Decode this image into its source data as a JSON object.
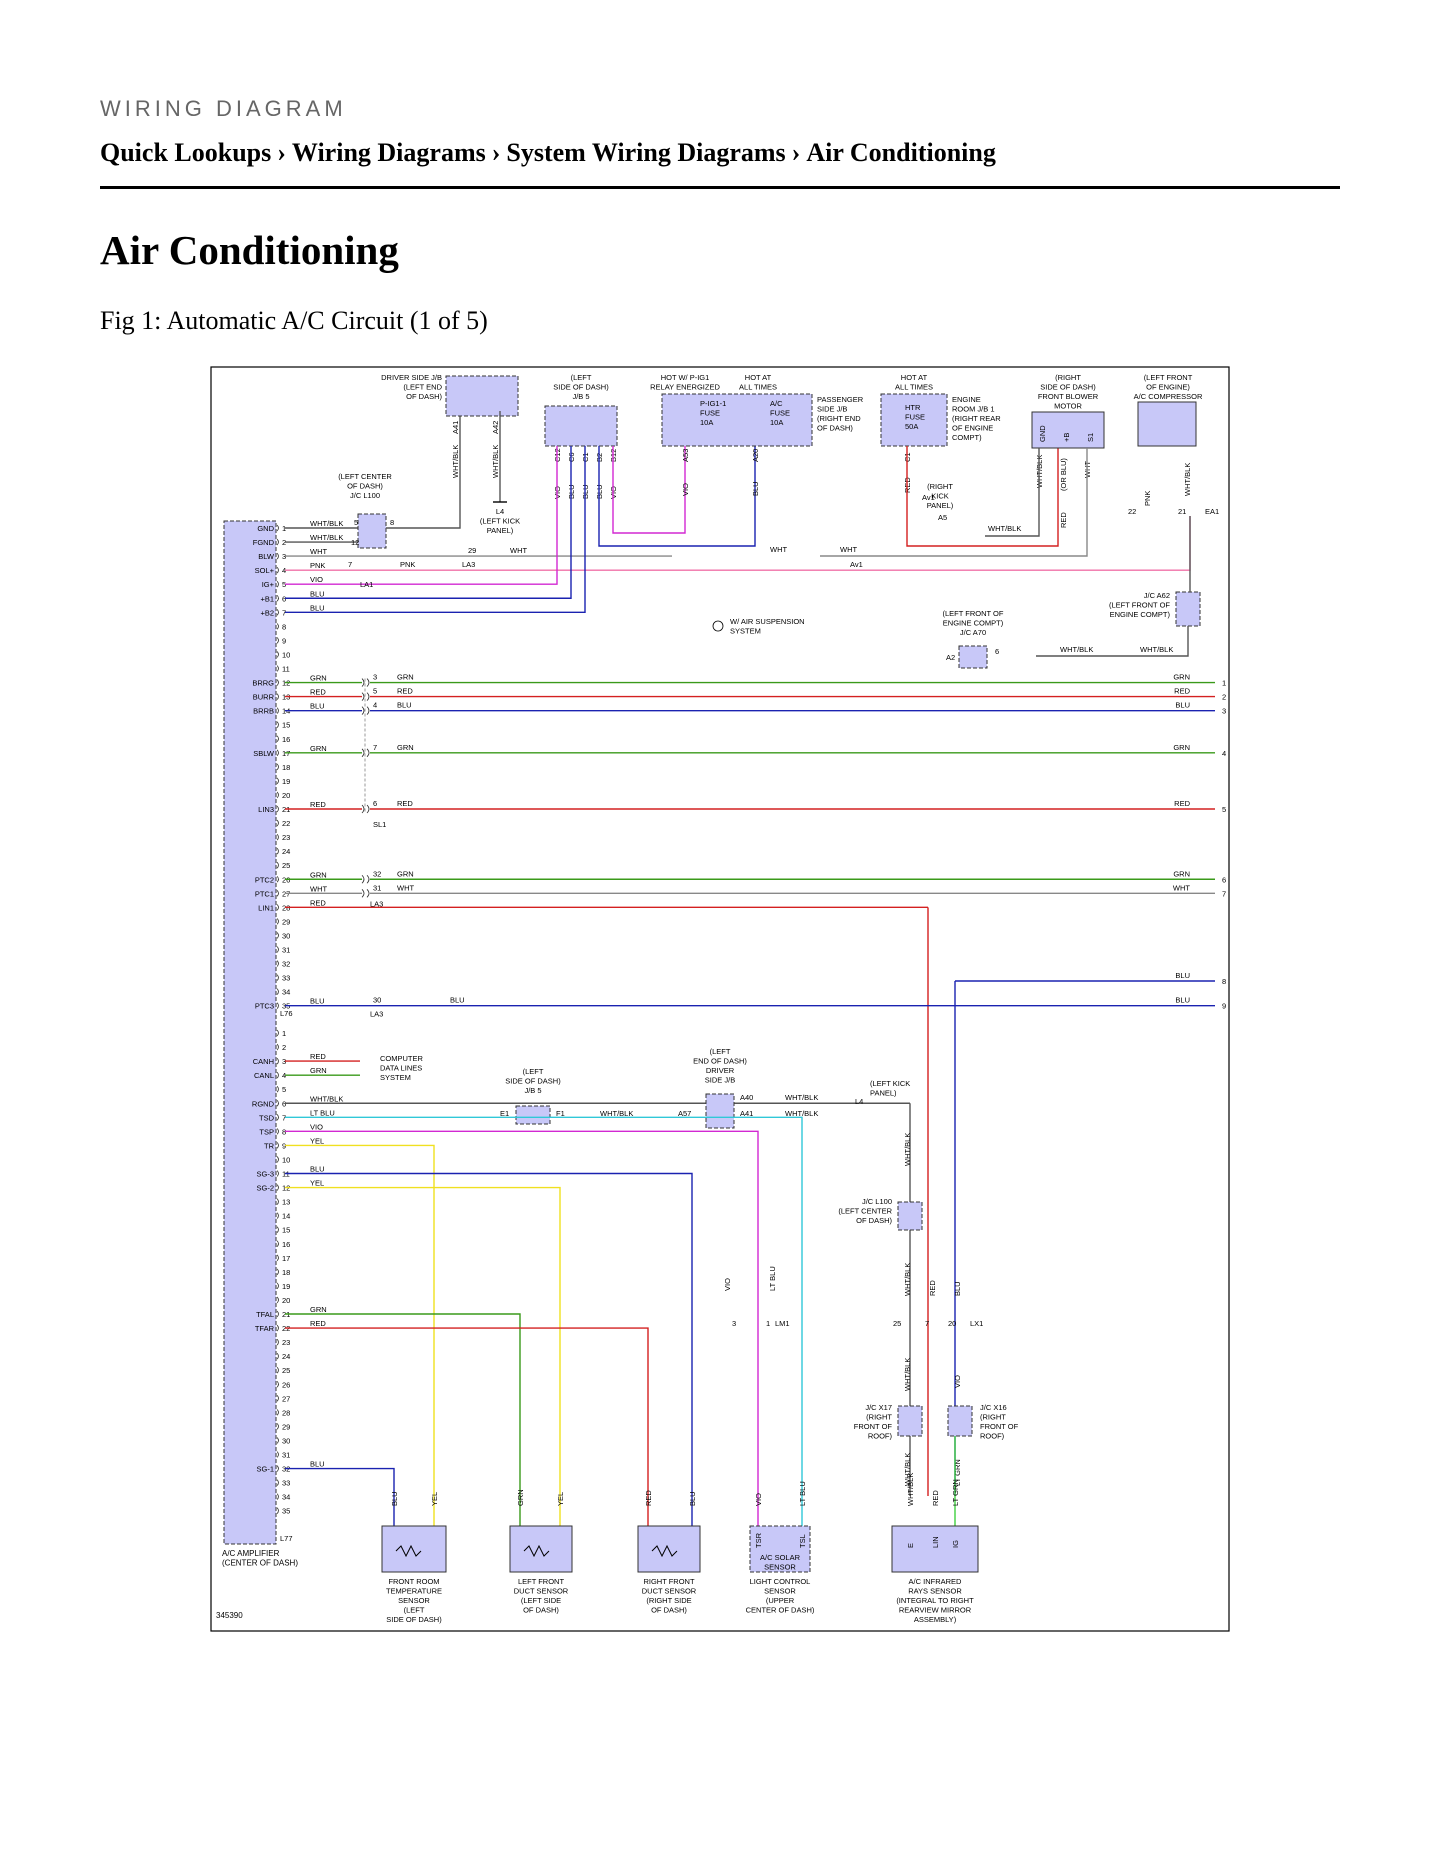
{
  "header": {
    "section_label": "WIRING DIAGRAM",
    "breadcrumb": [
      "Quick Lookups",
      "Wiring Diagrams",
      "System Wiring Diagrams",
      "Air Conditioning"
    ],
    "separator": "›"
  },
  "page": {
    "title": "Air Conditioning",
    "figure_caption": "Fig 1: Automatic A/C Circuit (1 of 5)"
  },
  "diagram": {
    "figure_number": "345390",
    "amplifier_label": [
      "A/C AMPLIFIER",
      "(CENTER OF DASH)"
    ],
    "connector_top": "L76",
    "connector_bottom": "L77",
    "top_components": [
      {
        "lines": [
          "DRIVER SIDE J/B",
          "(LEFT END",
          "OF DASH)"
        ],
        "pins": [
          "A41",
          "A42"
        ]
      },
      {
        "lines": [
          "(LEFT",
          "SIDE OF DASH)",
          "J/B 5"
        ],
        "pins": [
          "C12",
          "C6",
          "C1",
          "B2",
          "B12"
        ]
      },
      {
        "lines": [
          "HOT W/ P-IG1",
          "RELAY ENERGIZED"
        ],
        "fuse": [
          "P-IG1-1",
          "FUSE",
          "10A"
        ],
        "pins": [
          "A53"
        ]
      },
      {
        "lines": [
          "HOT AT",
          "ALL TIMES"
        ],
        "fuse": [
          "A/C",
          "FUSE",
          "10A"
        ],
        "pins": [
          "A20"
        ]
      },
      {
        "lines": [
          "PASSENGER",
          "SIDE J/B",
          "(RIGHT END",
          "OF DASH)"
        ]
      },
      {
        "lines": [
          "HOT AT",
          "ALL TIMES"
        ],
        "fuse": [
          "HTR",
          "FUSE",
          "50A"
        ],
        "pins": [
          "C1"
        ]
      },
      {
        "lines": [
          "ENGINE",
          "ROOM J/B 1",
          "(RIGHT REAR",
          "OF ENGINE",
          "COMPT)"
        ]
      },
      {
        "lines": [
          "(RIGHT",
          "SIDE OF DASH)",
          "FRONT BLOWER",
          "MOTOR"
        ],
        "pins": [
          "GND",
          "+B",
          "S1"
        ]
      },
      {
        "lines": [
          "(LEFT FRONT",
          "OF ENGINE)",
          "A/C COMPRESSOR"
        ]
      }
    ],
    "left_pins_top": [
      {
        "n": "1",
        "sig": "GND",
        "wire": "WHT/BLK"
      },
      {
        "n": "2",
        "sig": "FGND",
        "wire": "WHT/BLK"
      },
      {
        "n": "3",
        "sig": "BLW",
        "wire": "WHT"
      },
      {
        "n": "4",
        "sig": "SOL+",
        "wire": "PNK"
      },
      {
        "n": "5",
        "sig": "IG+",
        "wire": "VIO"
      },
      {
        "n": "6",
        "sig": "+B1",
        "wire": "BLU"
      },
      {
        "n": "7",
        "sig": "+B2",
        "wire": "BLU"
      },
      {
        "n": "8",
        "sig": "",
        "wire": ""
      },
      {
        "n": "9",
        "sig": "",
        "wire": ""
      },
      {
        "n": "10",
        "sig": "",
        "wire": ""
      },
      {
        "n": "11",
        "sig": "",
        "wire": ""
      },
      {
        "n": "12",
        "sig": "BRRG",
        "wire": "GRN"
      },
      {
        "n": "13",
        "sig": "BURR",
        "wire": "RED"
      },
      {
        "n": "14",
        "sig": "BRRB",
        "wire": "BLU"
      },
      {
        "n": "15",
        "sig": "",
        "wire": ""
      },
      {
        "n": "16",
        "sig": "",
        "wire": ""
      },
      {
        "n": "17",
        "sig": "SBLW",
        "wire": "GRN"
      },
      {
        "n": "18",
        "sig": "",
        "wire": ""
      },
      {
        "n": "19",
        "sig": "",
        "wire": ""
      },
      {
        "n": "20",
        "sig": "",
        "wire": ""
      },
      {
        "n": "21",
        "sig": "LIN3",
        "wire": "RED"
      },
      {
        "n": "22",
        "sig": "",
        "wire": ""
      },
      {
        "n": "23",
        "sig": "",
        "wire": ""
      },
      {
        "n": "24",
        "sig": "",
        "wire": ""
      },
      {
        "n": "25",
        "sig": "",
        "wire": ""
      },
      {
        "n": "26",
        "sig": "PTC2",
        "wire": "GRN"
      },
      {
        "n": "27",
        "sig": "PTC1",
        "wire": "WHT"
      },
      {
        "n": "28",
        "sig": "LIN1",
        "wire": "RED"
      },
      {
        "n": "29",
        "sig": "",
        "wire": ""
      },
      {
        "n": "30",
        "sig": "",
        "wire": ""
      },
      {
        "n": "31",
        "sig": "",
        "wire": ""
      },
      {
        "n": "32",
        "sig": "",
        "wire": ""
      },
      {
        "n": "33",
        "sig": "",
        "wire": ""
      },
      {
        "n": "34",
        "sig": "",
        "wire": ""
      },
      {
        "n": "35",
        "sig": "PTC3",
        "wire": "BLU"
      }
    ],
    "left_pins_bottom": [
      {
        "n": "1",
        "sig": "",
        "wire": ""
      },
      {
        "n": "2",
        "sig": "",
        "wire": ""
      },
      {
        "n": "3",
        "sig": "CANH",
        "wire": "RED"
      },
      {
        "n": "4",
        "sig": "CANL",
        "wire": "GRN"
      },
      {
        "n": "5",
        "sig": "",
        "wire": ""
      },
      {
        "n": "6",
        "sig": "RGND",
        "wire": "WHT/BLK"
      },
      {
        "n": "7",
        "sig": "TSD",
        "wire": "LT BLU"
      },
      {
        "n": "8",
        "sig": "TSP",
        "wire": "VIO"
      },
      {
        "n": "9",
        "sig": "TR",
        "wire": "YEL"
      },
      {
        "n": "10",
        "sig": "",
        "wire": ""
      },
      {
        "n": "11",
        "sig": "SG-3",
        "wire": "BLU"
      },
      {
        "n": "12",
        "sig": "SG-2",
        "wire": "YEL"
      },
      {
        "n": "13",
        "sig": "",
        "wire": ""
      },
      {
        "n": "14",
        "sig": "",
        "wire": ""
      },
      {
        "n": "15",
        "sig": "",
        "wire": ""
      },
      {
        "n": "16",
        "sig": "",
        "wire": ""
      },
      {
        "n": "17",
        "sig": "",
        "wire": ""
      },
      {
        "n": "18",
        "sig": "",
        "wire": ""
      },
      {
        "n": "19",
        "sig": "",
        "wire": ""
      },
      {
        "n": "20",
        "sig": "",
        "wire": ""
      },
      {
        "n": "21",
        "sig": "TFAL",
        "wire": "GRN"
      },
      {
        "n": "22",
        "sig": "TFAR",
        "wire": "RED"
      },
      {
        "n": "23",
        "sig": "",
        "wire": ""
      },
      {
        "n": "24",
        "sig": "",
        "wire": ""
      },
      {
        "n": "25",
        "sig": "",
        "wire": ""
      },
      {
        "n": "26",
        "sig": "",
        "wire": ""
      },
      {
        "n": "27",
        "sig": "",
        "wire": ""
      },
      {
        "n": "28",
        "sig": "",
        "wire": ""
      },
      {
        "n": "29",
        "sig": "",
        "wire": ""
      },
      {
        "n": "30",
        "sig": "",
        "wire": ""
      },
      {
        "n": "31",
        "sig": "",
        "wire": ""
      },
      {
        "n": "32",
        "sig": "SG-1",
        "wire": "BLU"
      },
      {
        "n": "33",
        "sig": "",
        "wire": ""
      },
      {
        "n": "34",
        "sig": "",
        "wire": ""
      },
      {
        "n": "35",
        "sig": "",
        "wire": ""
      }
    ],
    "right_edge": [
      {
        "n": "1",
        "wire": "GRN"
      },
      {
        "n": "2",
        "wire": "RED"
      },
      {
        "n": "3",
        "wire": "BLU"
      },
      {
        "n": "4",
        "wire": "GRN"
      },
      {
        "n": "5",
        "wire": "RED"
      },
      {
        "n": "6",
        "wire": "GRN"
      },
      {
        "n": "7",
        "wire": "WHT"
      },
      {
        "n": "8",
        "wire": "BLU"
      },
      {
        "n": "9",
        "wire": "BLU"
      }
    ],
    "labels": {
      "jc_l100_top": [
        "(LEFT CENTER",
        "OF DASH)",
        "J/C L100"
      ],
      "left_kick_top": [
        "L4",
        "(LEFT KICK",
        "PANEL)"
      ],
      "right_kick": [
        "(RIGHT",
        "KICK",
        "PANEL)"
      ],
      "suspension_note": [
        "W/ AIR SUSPENSION",
        "SYSTEM"
      ],
      "jc_a70": [
        "(LEFT FRONT OF",
        "ENGINE COMPT)",
        "J/C A70"
      ],
      "jc_a62": [
        "J/C A62",
        "(LEFT FRONT OF",
        "ENGINE COMPT)"
      ],
      "computer_data": [
        "COMPUTER",
        "DATA LINES",
        "SYSTEM"
      ],
      "jb5_bottom": [
        "(LEFT",
        "SIDE OF DASH)",
        "J/B 5"
      ],
      "driver_jb_bottom": [
        "(LEFT",
        "END OF DASH)",
        "DRIVER",
        "SIDE J/B"
      ],
      "left_kick_bottom": [
        "(LEFT KICK",
        "PANEL)"
      ],
      "jc_l100_bottom": [
        "J/C L100",
        "(LEFT CENTER",
        "OF DASH)"
      ],
      "jc_x17": [
        "J/C X17",
        "(RIGHT",
        "FRONT OF",
        "ROOF)"
      ],
      "jc_x16": [
        "J/C X16",
        "(RIGHT",
        "FRONT OF",
        "ROOF)"
      ],
      "connector_codes": [
        "LA1",
        "LA3",
        "SL1",
        "LM1",
        "LX1",
        "Av1",
        "EA1",
        "A2",
        "A5",
        "E1",
        "F1",
        "A57",
        "A40",
        "A41"
      ]
    },
    "sensors": [
      {
        "lines": [
          "FRONT ROOM",
          "TEMPERATURE",
          "SENSOR",
          "(LEFT",
          "SIDE OF DASH)"
        ],
        "wires": [
          "BLU",
          "YEL"
        ]
      },
      {
        "lines": [
          "LEFT FRONT",
          "DUCT SENSOR",
          "(LEFT SIDE",
          "OF DASH)"
        ],
        "wires": [
          "GRN",
          "YEL"
        ]
      },
      {
        "lines": [
          "RIGHT FRONT",
          "DUCT SENSOR",
          "(RIGHT SIDE",
          "OF DASH)"
        ],
        "wires": [
          "RED",
          "BLU"
        ]
      },
      {
        "lines": [
          "LIGHT CONTROL",
          "SENSOR",
          "(UPPER",
          "CENTER OF DASH)"
        ],
        "inner": [
          "A/C SOLAR",
          "SENSOR"
        ],
        "pins": [
          "TSR",
          "TSL"
        ],
        "wires": [
          "VIO",
          "LT BLU"
        ]
      },
      {
        "lines": [
          "A/C INFRARED",
          "RAYS SENSOR",
          "(INTEGRAL TO RIGHT",
          "REARVIEW MIRROR",
          "ASSEMBLY)"
        ],
        "pins": [
          "E",
          "LIN",
          "IG"
        ],
        "wires": [
          "WHT/BLK",
          "RED",
          "LT GRN"
        ]
      }
    ],
    "colors": {
      "GRN": "#3a9a1a",
      "RED": "#d42020",
      "BLU": "#1a22b0",
      "VIO": "#d228d2",
      "PNK": "#f070a8",
      "YEL": "#f0e020",
      "LT BLU": "#30c8d8",
      "LT GRN": "#40d040",
      "WHT": "#888888",
      "WHT/BLK": "#555555",
      "component_fill": "#c8c8f8"
    }
  }
}
